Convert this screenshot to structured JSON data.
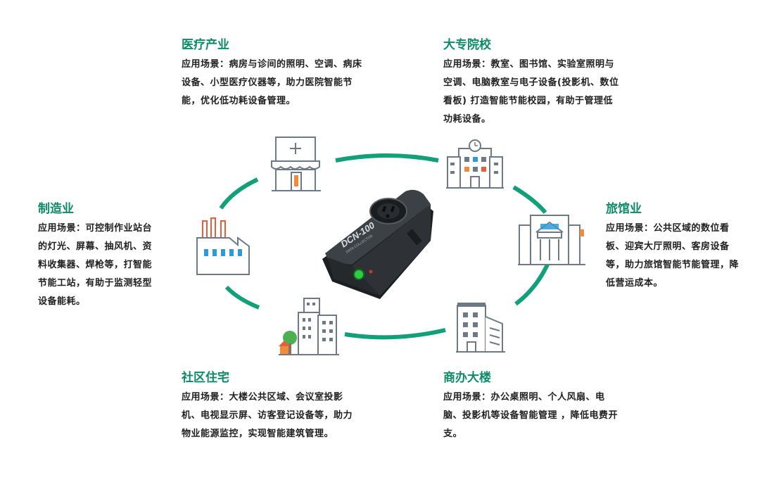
{
  "sectors": {
    "medical": {
      "title": "医疗产业",
      "desc": "应用场景：病房与诊间的照明、空调、病床设备、小型医疗仪器等，助力医院智能节能，优化低功耗设备管理。"
    },
    "college": {
      "title": "大专院校",
      "desc": "应用场景：教室、图书馆、实验室照明与空调、电脑教室与电子设备(投影机、数位看板) 打造智能节能校园，有助于管理低功耗设备。"
    },
    "manufacturing": {
      "title": "制造业",
      "desc": "应用场景：可控制作业站台的灯光、屏幕、抽风机、资料收集器、焊枪等，打智能节能工站，有助于监测轻型设备能耗。"
    },
    "hotel": {
      "title": "旅馆业",
      "desc": "应用场景：公共区域的数位看板、迎宾大厅照明、客房设备等，助力旅馆智能节能管理，降低营运成本。"
    },
    "residential": {
      "title": "社区住宅",
      "desc": "应用场景：大楼公共区域、会议室投影机、电视显示屏、访客登记设备等，助力物业能源监控，实现智能建筑管理。"
    },
    "office": {
      "title": "商办大楼",
      "desc": "应用场景：办公桌照明、个人风扇、电脑、投影机等设备智能管理 ，降低电费开支。"
    }
  },
  "device": {
    "model": "DCN-100",
    "subtitle": "DATA COLLECTOR"
  },
  "colors": {
    "accent": "#0d8a6a",
    "ring": "#12a07a",
    "icon_line": "#6b7a86",
    "icon_blue": "#2f9bd6",
    "icon_orange": "#f08a3c",
    "icon_red": "#e85d3a",
    "device_body": "#2e3236",
    "device_led": "#2ecc40"
  },
  "icons": [
    "hospital-icon",
    "school-icon",
    "factory-icon",
    "hotel-icon",
    "apartment-icon",
    "office-building-icon",
    "power-collector-device"
  ]
}
